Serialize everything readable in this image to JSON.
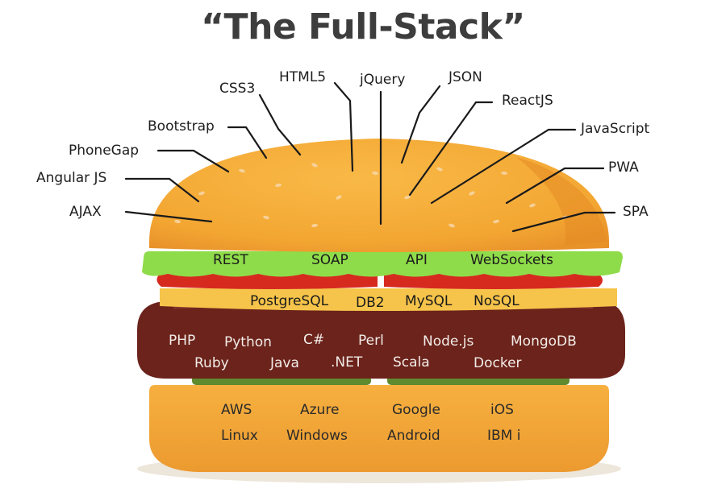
{
  "title": "“The Full-Stack”",
  "colors": {
    "bun": "#f6ac3b",
    "bun_dark": "#e8922a",
    "lettuce": "#8fdc4a",
    "tomato": "#d62a1f",
    "cheese": "#f6c44a",
    "patty": "#6b231b",
    "pickle": "#5f8a2f",
    "text": "#1e1e1e",
    "title": "#3d3d3d"
  },
  "frontend_labels": {
    "ajax": "AJAX",
    "angular": "Angular JS",
    "phonegap": "PhoneGap",
    "bootstrap": "Bootstrap",
    "css3": "CSS3",
    "html5": "HTML5",
    "jquery": "jQuery",
    "json": "JSON",
    "reactjs": "ReactJS",
    "javascript": "JavaScript",
    "pwa": "PWA",
    "spa": "SPA"
  },
  "lettuce_layer": {
    "rest": "REST",
    "soap": "SOAP",
    "api": "API",
    "websockets": "WebSockets"
  },
  "cheese_layer": {
    "postgresql": "PostgreSQL",
    "db2": "DB2",
    "mysql": "MySQL",
    "nosql": "NoSQL"
  },
  "patty_layer": {
    "php": "PHP",
    "python": "Python",
    "csharp": "C#",
    "perl": "Perl",
    "nodejs": "Node.js",
    "mongodb": "MongoDB",
    "ruby": "Ruby",
    "java": "Java",
    "dotnet": ".NET",
    "scala": "Scala",
    "docker": "Docker"
  },
  "bottom_bun_layer": {
    "aws": "AWS",
    "azure": "Azure",
    "google": "Google",
    "ios": "iOS",
    "linux": "Linux",
    "windows": "Windows",
    "android": "Android",
    "ibmi": "IBM i"
  }
}
